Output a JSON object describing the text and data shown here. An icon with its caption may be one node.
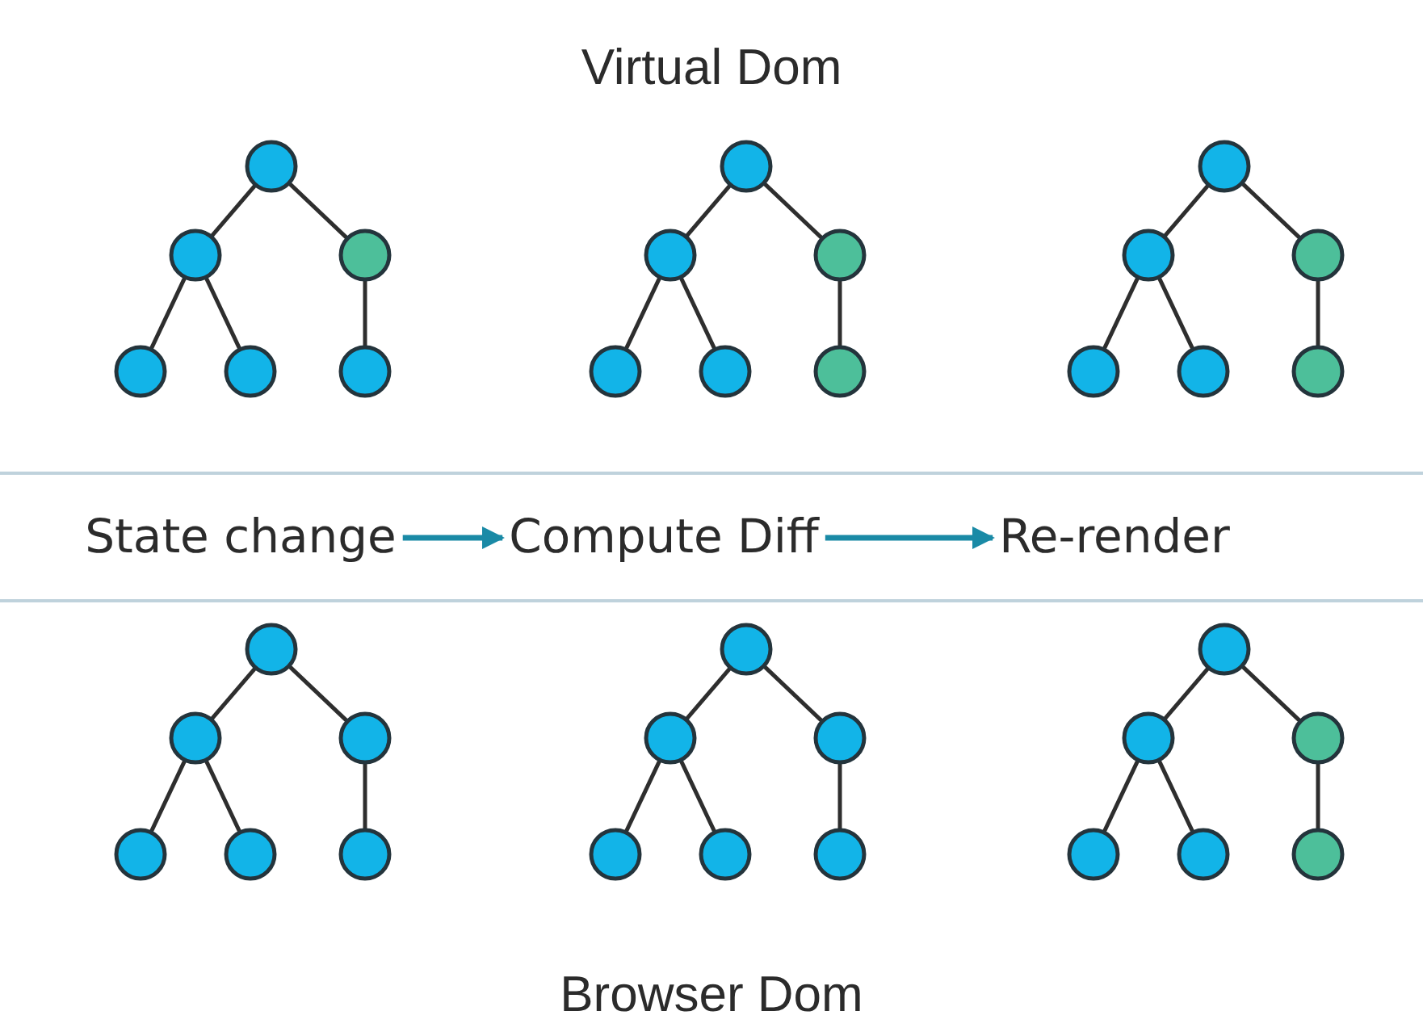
{
  "diagram": {
    "title": "Virtual Dom",
    "nodes": [
      {
        "text": [],
        "shape": "circle"
      },
      {
        "text": [],
        "shape": "circle"
      },
      {
        "text": [],
        "shape": "circle"
      },
      {
        "text": [],
        "shape": "circle"
      },
      {
        "text": [],
        "shape": "circle"
      },
      {
        "text": [],
        "shape": "circle"
      },
      {
        "text": [],
        "shape": "circle"
      },
      {
        "text": [],
        "shape": "circle"
      },
      {
        "text": [],
        "shape": "circle"
      },
      {
        "text": [],
        "shape": "circle"
      },
      {
        "text": [],
        "shape": "circle"
      },
      {
        "text": [],
        "shape": "circle"
      },
      {
        "text": [],
        "shape": "circle"
      },
      {
        "text": [],
        "shape": "circle"
      },
      {
        "text": [],
        "shape": "circle"
      },
      {
        "text": [],
        "shape": "circle"
      },
      {
        "text": [],
        "shape": "circle"
      },
      {
        "text": [],
        "shape": "circle"
      },
      {
        "text": [
          "State change"
        ]
      },
      {
        "text": [
          "Compute Diff"
        ]
      },
      {
        "text": [
          "Re-render"
        ]
      },
      {
        "text": [],
        "shape": "circle"
      },
      {
        "text": [],
        "shape": "circle"
      },
      {
        "text": [],
        "shape": "circle"
      },
      {
        "text": [],
        "shape": "circle"
      },
      {
        "text": [],
        "shape": "circle"
      },
      {
        "text": [],
        "shape": "circle"
      },
      {
        "text": [],
        "shape": "circle"
      },
      {
        "text": [],
        "shape": "circle"
      },
      {
        "text": [],
        "shape": "circle"
      },
      {
        "text": [],
        "shape": "circle"
      },
      {
        "text": [],
        "shape": "circle"
      },
      {
        "text": [],
        "shape": "circle"
      },
      {
        "text": [],
        "shape": "circle"
      },
      {
        "text": [],
        "shape": "circle"
      },
      {
        "text": [],
        "shape": "circle"
      },
      {
        "text": [],
        "shape": "circle"
      },
      {
        "text": [],
        "shape": "circle"
      },
      {
        "text": [],
        "shape": "circle"
      }
    ],
    "edges": [
      {
        "from": 0,
        "to": 1,
        "arrow": "none"
      },
      {
        "from": 0,
        "to": 2,
        "arrow": "none"
      },
      {
        "from": 1,
        "to": 3,
        "arrow": "none"
      },
      {
        "from": 1,
        "to": 4,
        "arrow": "none"
      },
      {
        "from": 2,
        "to": 5,
        "arrow": "none"
      },
      {
        "from": 6,
        "to": 7,
        "arrow": "none"
      },
      {
        "from": 6,
        "to": 8,
        "arrow": "none"
      },
      {
        "from": 7,
        "to": 9,
        "arrow": "none"
      },
      {
        "from": 7,
        "to": 10,
        "arrow": "none"
      },
      {
        "from": 8,
        "to": 11,
        "arrow": "none"
      },
      {
        "from": 12,
        "to": 13,
        "arrow": "none"
      },
      {
        "from": 12,
        "to": 14,
        "arrow": "none"
      },
      {
        "from": 13,
        "to": 15,
        "arrow": "none"
      },
      {
        "from": 13,
        "to": 16,
        "arrow": "none"
      },
      {
        "from": 14,
        "to": 17,
        "arrow": "none"
      },
      {
        "from": 18,
        "to": 19,
        "arrow": "to",
        "color": "#1a8aa6"
      },
      {
        "from": 19,
        "to": 20,
        "arrow": "to",
        "color": "#1a8aa6"
      },
      {
        "from": 21,
        "to": 22,
        "arrow": "none"
      },
      {
        "from": 21,
        "to": 23,
        "arrow": "none"
      },
      {
        "from": 22,
        "to": 24,
        "arrow": "none"
      },
      {
        "from": 22,
        "to": 25,
        "arrow": "none"
      },
      {
        "from": 23,
        "to": 26,
        "arrow": "none"
      },
      {
        "from": 27,
        "to": 28,
        "arrow": "none"
      },
      {
        "from": 27,
        "to": 29,
        "arrow": "none"
      },
      {
        "from": 28,
        "to": 30,
        "arrow": "none"
      },
      {
        "from": 28,
        "to": 31,
        "arrow": "none"
      },
      {
        "from": 29,
        "to": 32,
        "arrow": "none"
      },
      {
        "from": 33,
        "to": 34,
        "arrow": "none"
      },
      {
        "from": 33,
        "to": 35,
        "arrow": "none"
      },
      {
        "from": 34,
        "to": 36,
        "arrow": "none"
      },
      {
        "from": 34,
        "to": 37,
        "arrow": "none"
      },
      {
        "from": 35,
        "to": 38,
        "arrow": "none"
      }
    ],
    "labels": [
      "Browser Dom"
    ]
  }
}
